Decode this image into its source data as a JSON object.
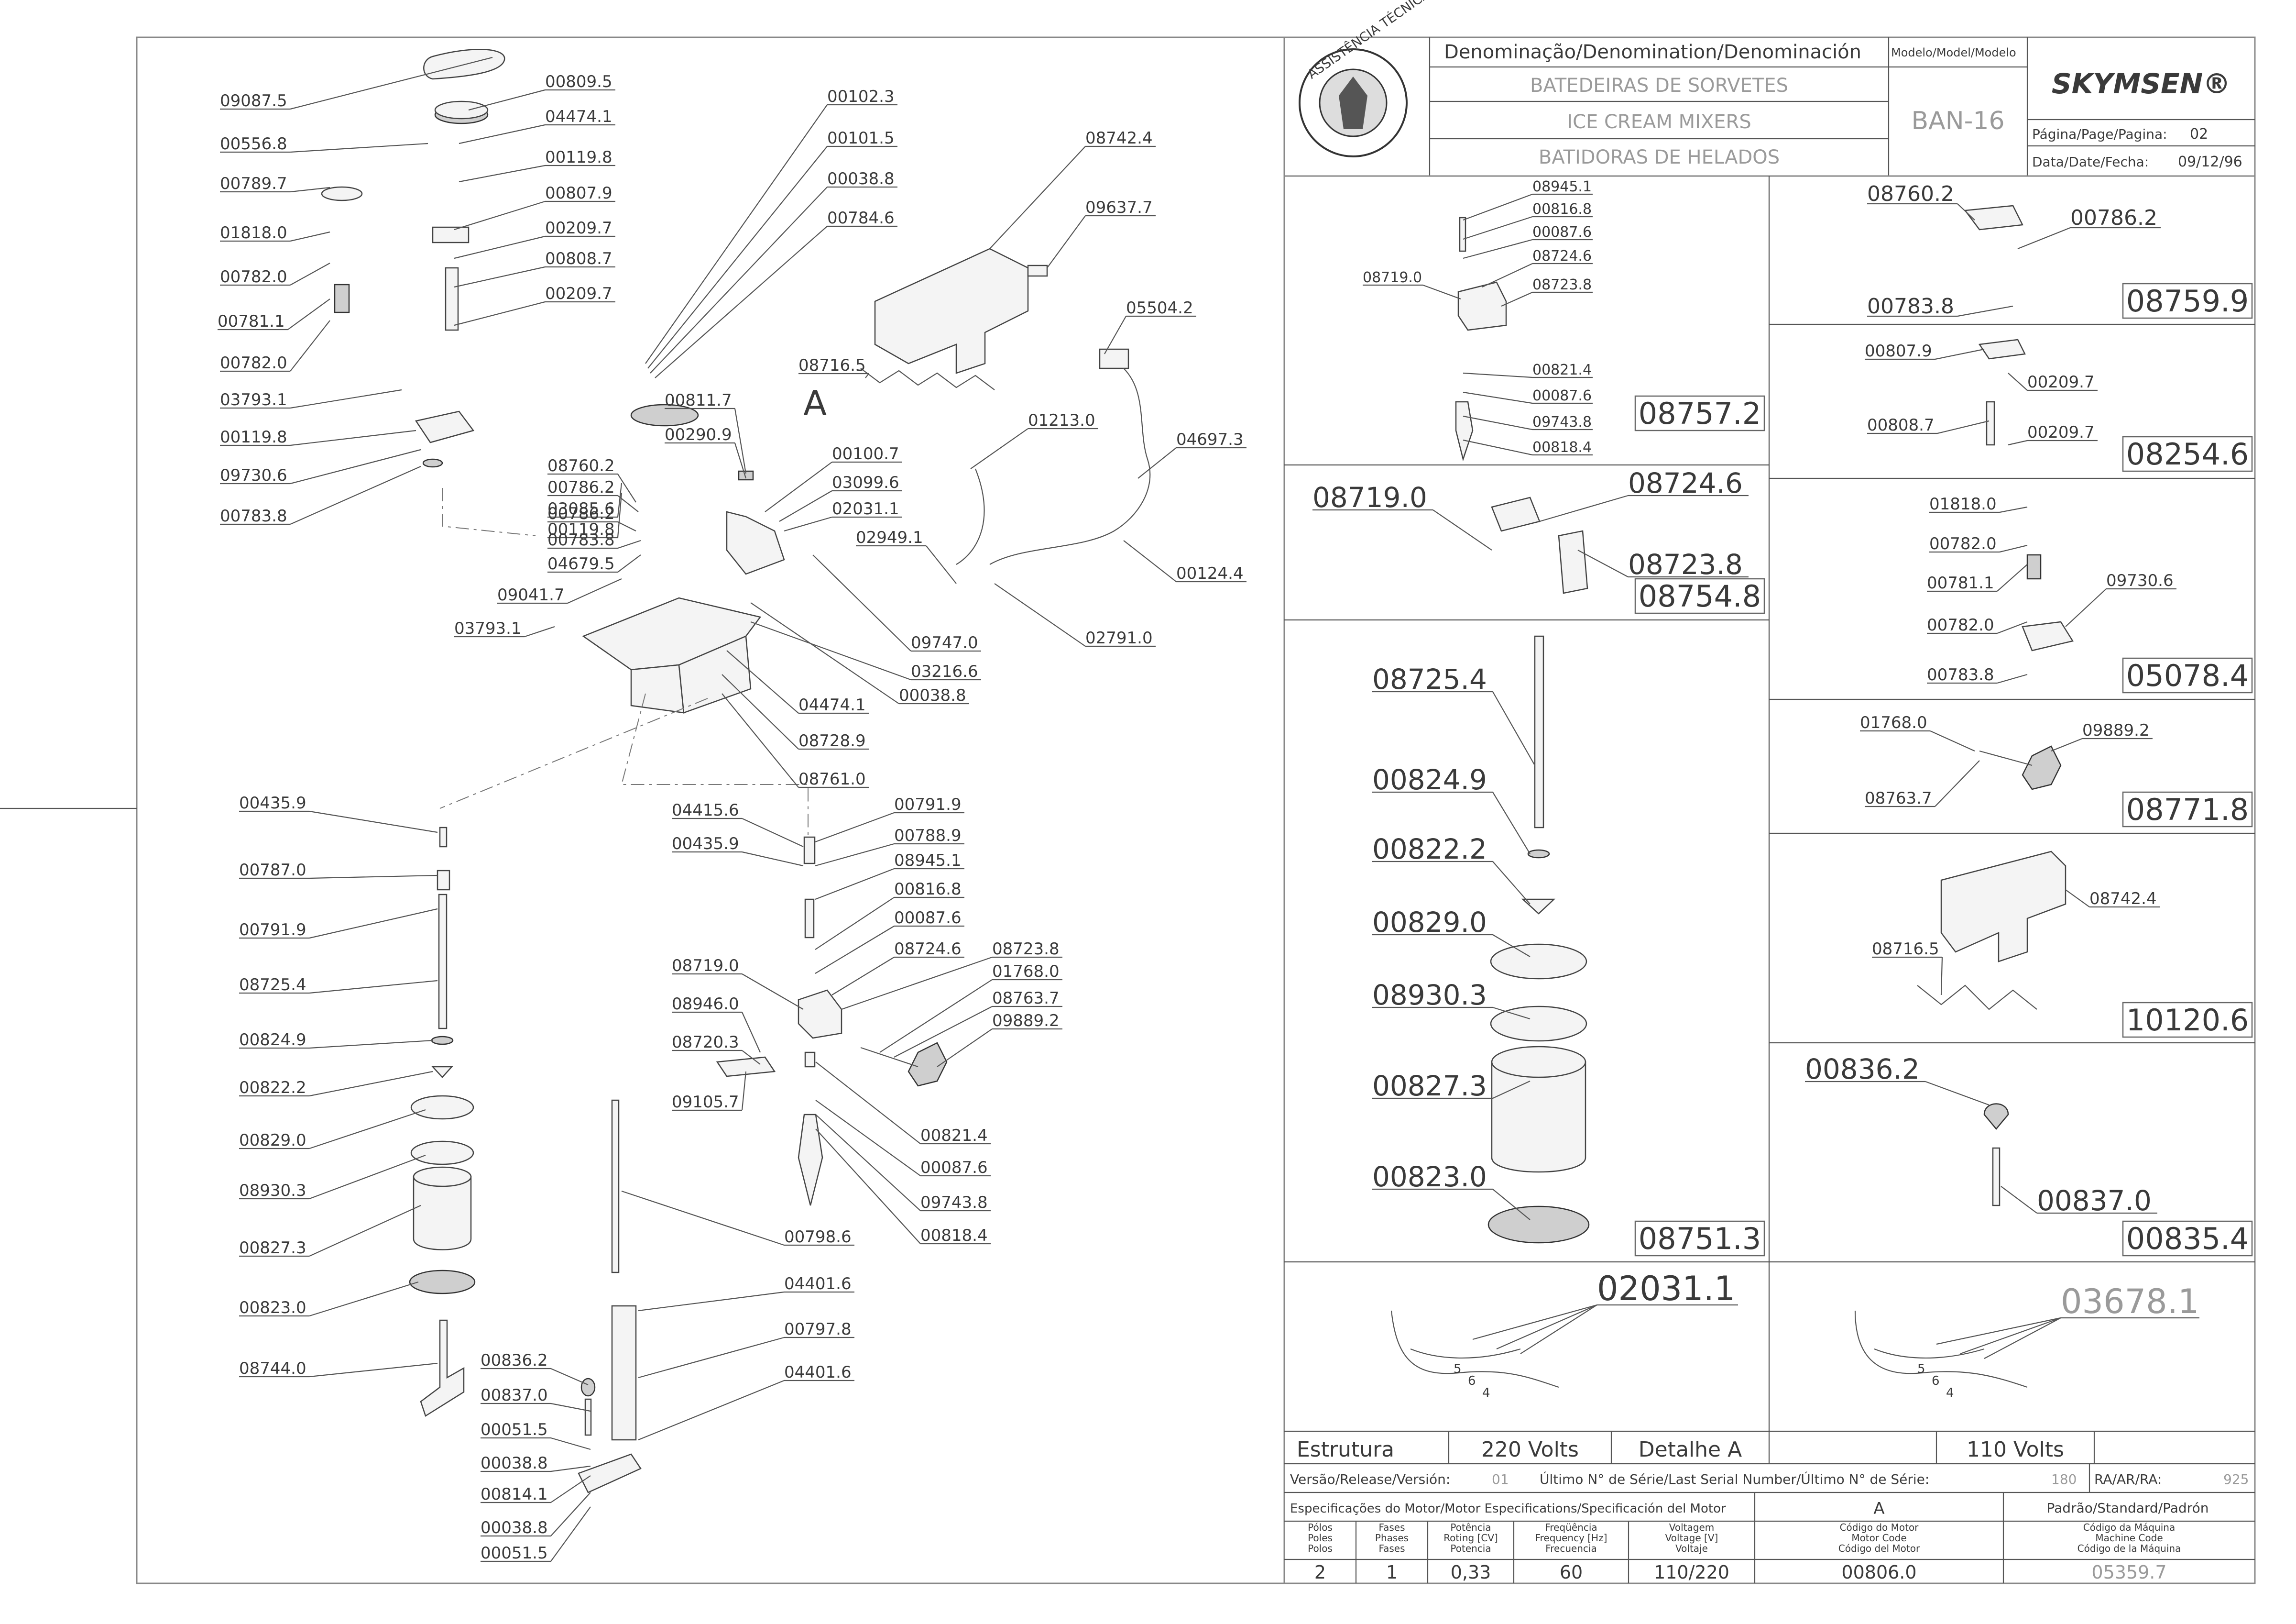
{
  "title_block": {
    "header_denomination": "Denominação/Denomination/Denominación",
    "header_model": "Modelo/Model/Modelo",
    "name_pt": "BATEDEIRAS DE SORVETES",
    "name_en": "ICE CREAM MIXERS",
    "name_es": "BATIDORAS DE HELADOS",
    "model": "BAN-16",
    "brand": "SKYMSEN®",
    "stamp_text": "ASSISTÊNCIA TÉCNICA AUTORIZADA",
    "page_label": "Página/Page/Pagina:",
    "page_value": "02",
    "date_label": "Data/Date/Fecha:",
    "date_value": "09/12/96"
  },
  "main_callouts": [
    "09087.5",
    "00556.8",
    "00789.7",
    "01818.0",
    "00782.0",
    "00781.1",
    "00782.0",
    "03793.1",
    "00119.8",
    "09730.6",
    "00783.8",
    "00809.5",
    "04474.1",
    "00119.8",
    "00807.9",
    "00209.7",
    "00808.7",
    "00209.7",
    "00102.3",
    "00101.5",
    "00038.8",
    "00784.6",
    "08742.4",
    "09637.7",
    "05504.2",
    "08716.5",
    "01213.0",
    "04697.3",
    "00124.4",
    "03085.6",
    "00119.8",
    "08760.2",
    "00786.2",
    "00786.2",
    "00783.8",
    "04679.5",
    "09041.7",
    "03793.1",
    "00811.7",
    "00290.9",
    "A",
    "00100.7",
    "03099.6",
    "02031.1",
    "02949.1",
    "09747.0",
    "02791.0",
    "03216.6",
    "00038.8",
    "04474.1",
    "08728.9",
    "08761.0",
    "00435.9",
    "00787.0",
    "00791.9",
    "08725.4",
    "00824.9",
    "00822.2",
    "00829.0",
    "08930.3",
    "00827.3",
    "00823.0",
    "08744.0",
    "04415.6",
    "00435.9",
    "00791.9",
    "00788.9",
    "08945.1",
    "00816.8",
    "00087.6",
    "08724.6",
    "08723.8",
    "01768.0",
    "08763.7",
    "09889.2",
    "08719.0",
    "08946.0",
    "08720.3",
    "09105.7",
    "00821.4",
    "00087.6",
    "09743.8",
    "00818.4",
    "00798.6",
    "04401.6",
    "00797.8",
    "04401.6",
    "00836.2",
    "00837.0",
    "00051.5",
    "00038.8",
    "00814.1",
    "00038.8",
    "00051.5"
  ],
  "subassemblies": [
    {
      "code": "08757.2",
      "callouts": [
        "08945.1",
        "00816.8",
        "00087.6",
        "08724.6",
        "08723.8",
        "08719.0",
        "00821.4",
        "00087.6",
        "09743.8",
        "00818.4"
      ]
    },
    {
      "code": "08759.9",
      "callouts": [
        "08760.2",
        "00786.2",
        "00783.8"
      ]
    },
    {
      "code": "08254.6",
      "callouts": [
        "00807.9",
        "00209.7",
        "00808.7",
        "00209.7"
      ]
    },
    {
      "code": "08754.8",
      "callouts": [
        "08719.0",
        "08724.6",
        "08723.8"
      ]
    },
    {
      "code": "05078.4",
      "callouts": [
        "01818.0",
        "00782.0",
        "00781.1",
        "09730.6",
        "00782.0",
        "00783.8"
      ]
    },
    {
      "code": "08771.8",
      "callouts": [
        "01768.0",
        "09889.2",
        "08763.7"
      ]
    },
    {
      "code": "08751.3",
      "callouts": [
        "08725.4",
        "00824.9",
        "00822.2",
        "00829.0",
        "08930.3",
        "00827.3",
        "00823.0"
      ]
    },
    {
      "code": "10120.6",
      "callouts": [
        "08742.4",
        "08716.5"
      ]
    },
    {
      "code": "00835.4",
      "callouts": [
        "00836.2",
        "00837.0"
      ]
    }
  ],
  "wiring": {
    "left_code": "02031.1",
    "right_code": "03678.1",
    "left_numbers": [
      "5",
      "6",
      "4"
    ],
    "right_numbers": [
      "5",
      "6",
      "4"
    ]
  },
  "bottom_strip": {
    "estrutura": "Estrutura",
    "v220": "220 Volts",
    "detalhe": "Detalhe A",
    "v110": "110 Volts"
  },
  "release": {
    "version_label": "Versão/Release/Versión:",
    "version": "01",
    "serial_label": "Último N° de Série/Last Serial Number/Último N° de Série:",
    "serial": "180",
    "ra_label": "RA/AR/RA:",
    "ra": "925"
  },
  "motor_spec": {
    "header": "Especificações do Motor/Motor Especifications/Specificación del Motor",
    "mid_header": "A",
    "right_header": "Padrão/Standard/Padrón",
    "columns": [
      {
        "label": "Pólos\nPoles\nPolos",
        "value": "2"
      },
      {
        "label": "Fases\nPhases\nFases",
        "value": "1"
      },
      {
        "label": "Potência\nRoting [CV]\nPotencia",
        "value": "0,33"
      },
      {
        "label": "Freqüência\nFrequency [Hz]\nFrecuencia",
        "value": "60"
      },
      {
        "label": "Voltagem\nVoltage [V]\nVoltaje",
        "value": "110/220"
      },
      {
        "label": "Código do Motor\nMotor Code\nCódigo del Motor",
        "value": "00806.0"
      },
      {
        "label": "Código da Máquina\nMachine Code\nCódigo de la Máquina",
        "value": "05359.7"
      }
    ]
  }
}
